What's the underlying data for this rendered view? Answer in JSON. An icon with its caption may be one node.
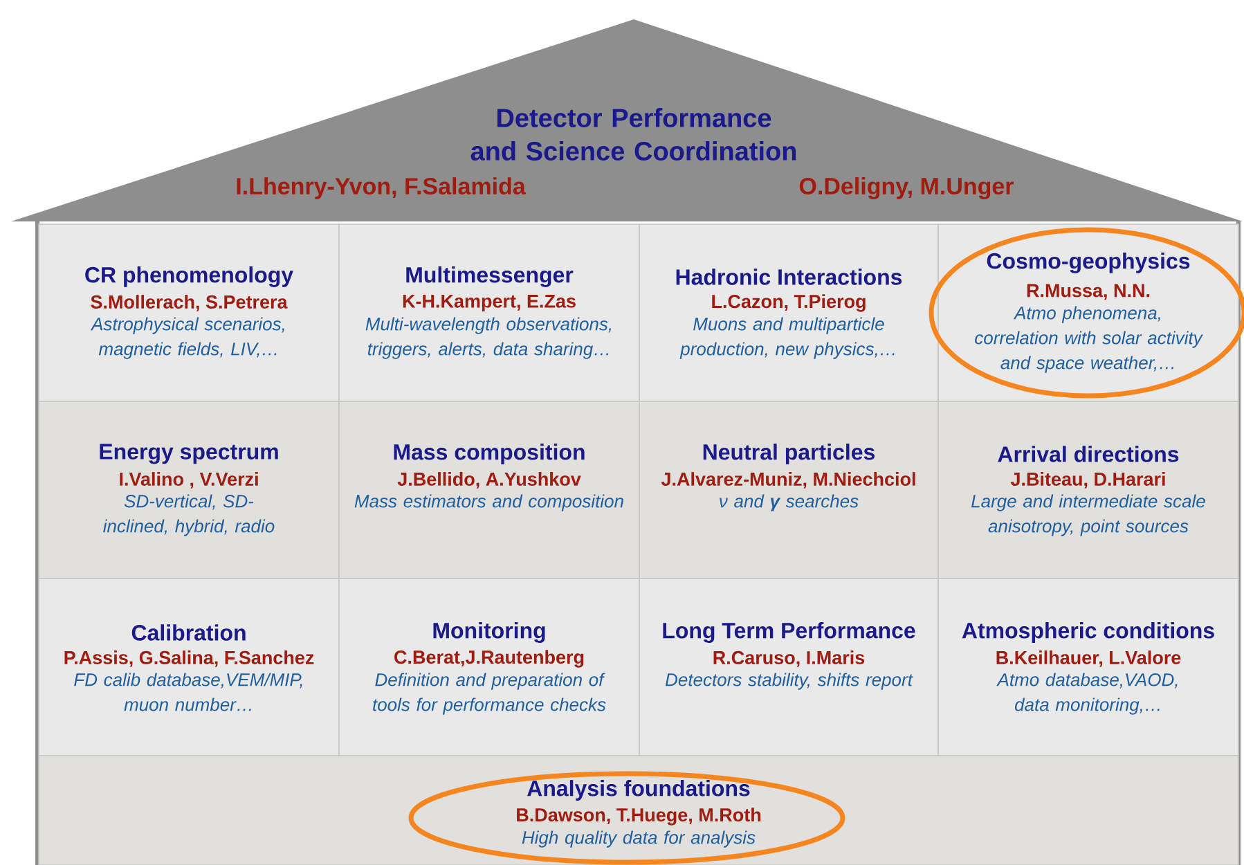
{
  "diagram": {
    "nodes": [
      {
        "text": [
          "Detector Performance and Science Coordination",
          "I.Lhenry-Yvon, F.Salamida",
          "O.Deligny, M.Unger"
        ]
      },
      {
        "text": [
          "CR phenomenology",
          "S.Mollerach, S.Petrera",
          "*Astrophysical scenarios, magnetic fields, LIV,…*"
        ]
      },
      {
        "text": [
          "Multimessenger",
          "K-H.Kampert, E.Zas",
          "*Multi-wavelength observations, triggers, alerts, data sharing…*"
        ]
      },
      {
        "text": [
          "Hadronic Interactions",
          "L.Cazon, T.Pierog",
          "*Muons and multiparticle production, new physics,…*"
        ]
      },
      {
        "text": [
          "Cosmo-geophysics",
          "R.Mussa, N.N.",
          "*Atmo phenomena, correlation with solar activity and space weather,…*"
        ]
      },
      {
        "text": [
          "Energy spectrum",
          "I.Valino , V.Verzi",
          "*SD-vertical, SD-inclined, hybrid, radio*"
        ]
      },
      {
        "text": [
          "Mass composition",
          "J.Bellido, A.Yushkov",
          "*Mass estimators and composition*"
        ]
      },
      {
        "text": [
          "Neutral particles",
          "J.Alvarez-Muniz, M.Niechciol",
          "*ν and* **γ** *searches*"
        ]
      },
      {
        "text": [
          "Arrival directions",
          "J.Biteau, D.Harari",
          "*Large and intermediate scale anisotropy, point sources*"
        ]
      },
      {
        "text": [
          "Calibration",
          "P.Assis, G.Salina, F.Sanchez",
          "*FD calib database,VEM/MIP, muon number…*"
        ]
      },
      {
        "text": [
          "Monitoring",
          "C.Berat,J.Rautenberg",
          "*Definition and preparation of tools for performance checks*"
        ]
      },
      {
        "text": [
          "Long Term Performance",
          "R.Caruso, I.Maris",
          "*Detectors stability, shifts report*"
        ]
      },
      {
        "text": [
          "Atmospheric conditions",
          "B.Keilhauer, L.Valore",
          "*Atmo database,VAOD, data monitoring,…*"
        ]
      },
      {
        "text": [
          "Analysis  foundations",
          "B.Dawson, T.Huege, M.Roth",
          "*High quality data for analysis*"
        ]
      }
    ]
  }
}
